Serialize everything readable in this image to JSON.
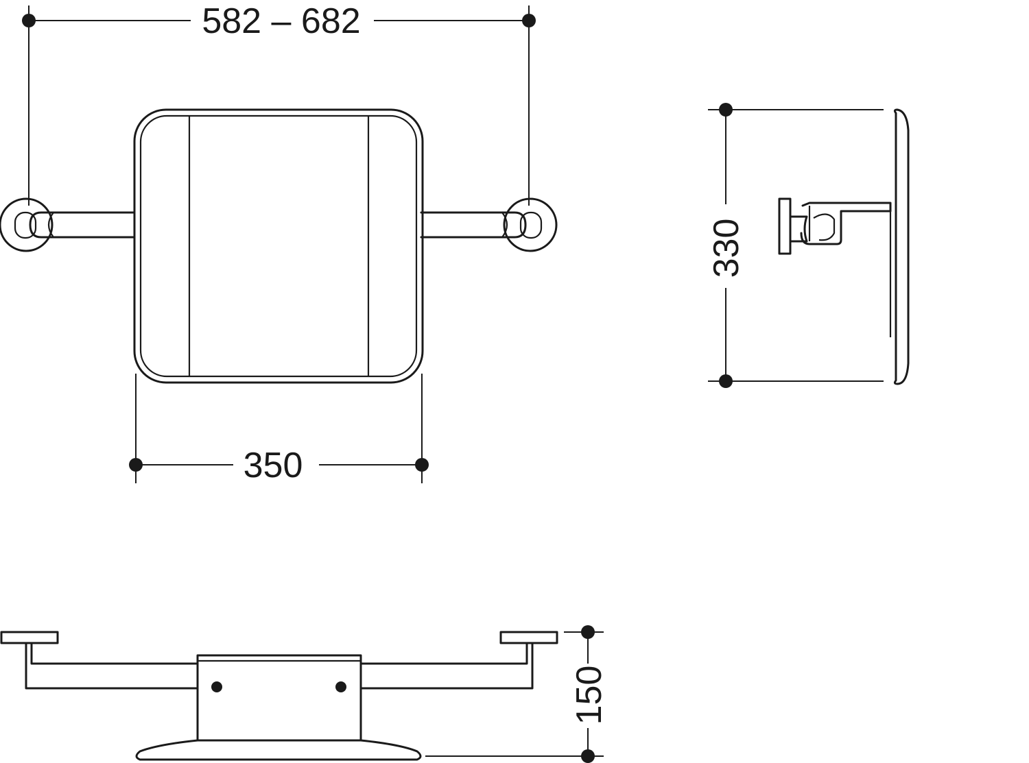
{
  "dimensions": {
    "overall_width": "582 – 682",
    "pad_width": "350",
    "height": "330",
    "depth": "150"
  },
  "colors": {
    "line": "#1a1a1a",
    "background": "#ffffff"
  }
}
